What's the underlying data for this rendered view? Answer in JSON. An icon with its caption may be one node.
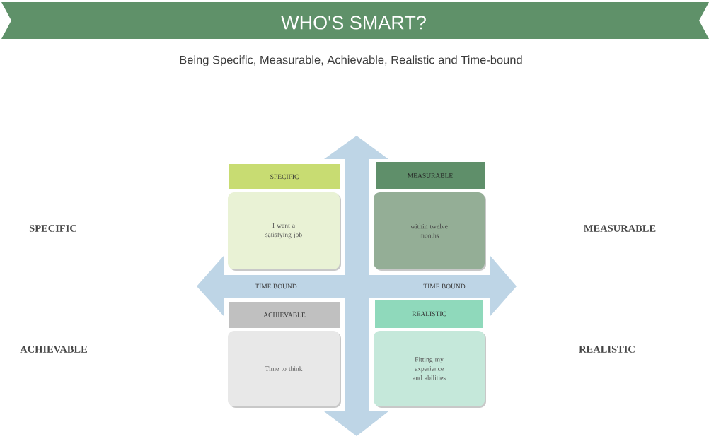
{
  "diagram": {
    "title": "WHO'S SMART?",
    "caption": "Being Specific, Measurable, Achievable, Realistic and Time-bound",
    "nodes": [
      {
        "text": [
          "SPECIFIC"
        ]
      },
      {
        "text": [
          "MEASURABLE"
        ]
      },
      {
        "text": [
          "I want a satisfying job"
        ]
      },
      {
        "text": [
          "within twelve months"
        ]
      },
      {
        "text": [
          "ACHIEVABLE"
        ]
      },
      {
        "text": [
          "REALISTIC"
        ]
      },
      {
        "text": [
          "Time to think"
        ]
      },
      {
        "text": [
          "Fitting my experience and abilities"
        ]
      }
    ],
    "labels": [
      "SPECIFIC",
      "MEASURABLE",
      "TIME BOUND",
      "TIME BOUND",
      "ACHIEVABLE",
      "REALISTIC"
    ]
  }
}
